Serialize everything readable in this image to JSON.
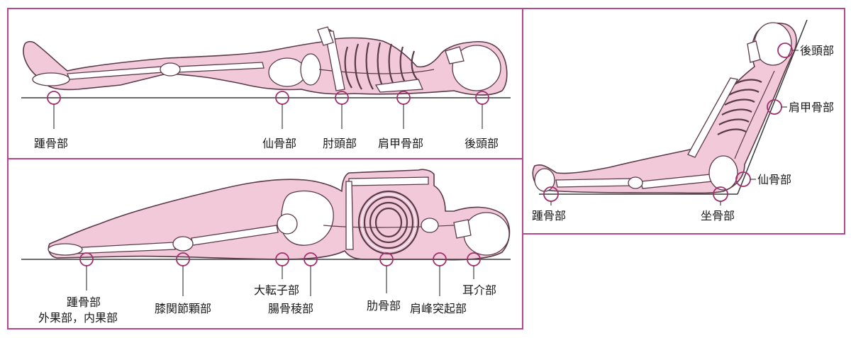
{
  "colors": {
    "frame": "#b8468f",
    "marker": "#a0306e",
    "body_fill": "#f2c9d8",
    "outline": "#5a3a48",
    "bone": "#ffffff",
    "background": "#ffffff"
  },
  "panels": {
    "supine": {
      "labels": {
        "heel": "踵骨部",
        "sacrum": "仙骨部",
        "elbow": "肘頭部",
        "scapula": "肩甲骨部",
        "occiput": "後頭部"
      }
    },
    "lateral": {
      "labels": {
        "heel_line1": "踵骨部",
        "heel_line2": "外果部，内果部",
        "knee": "膝関節顆部",
        "trochanter": "大転子部",
        "iliac": "腸骨稜部",
        "rib": "肋骨部",
        "acromion": "肩峰突起部",
        "ear": "耳介部"
      }
    },
    "fowler": {
      "labels": {
        "occiput": "後頭部",
        "scapula": "肩甲骨部",
        "sacrum": "仙骨部",
        "heel": "踵骨部",
        "ischium": "坐骨部"
      }
    }
  }
}
